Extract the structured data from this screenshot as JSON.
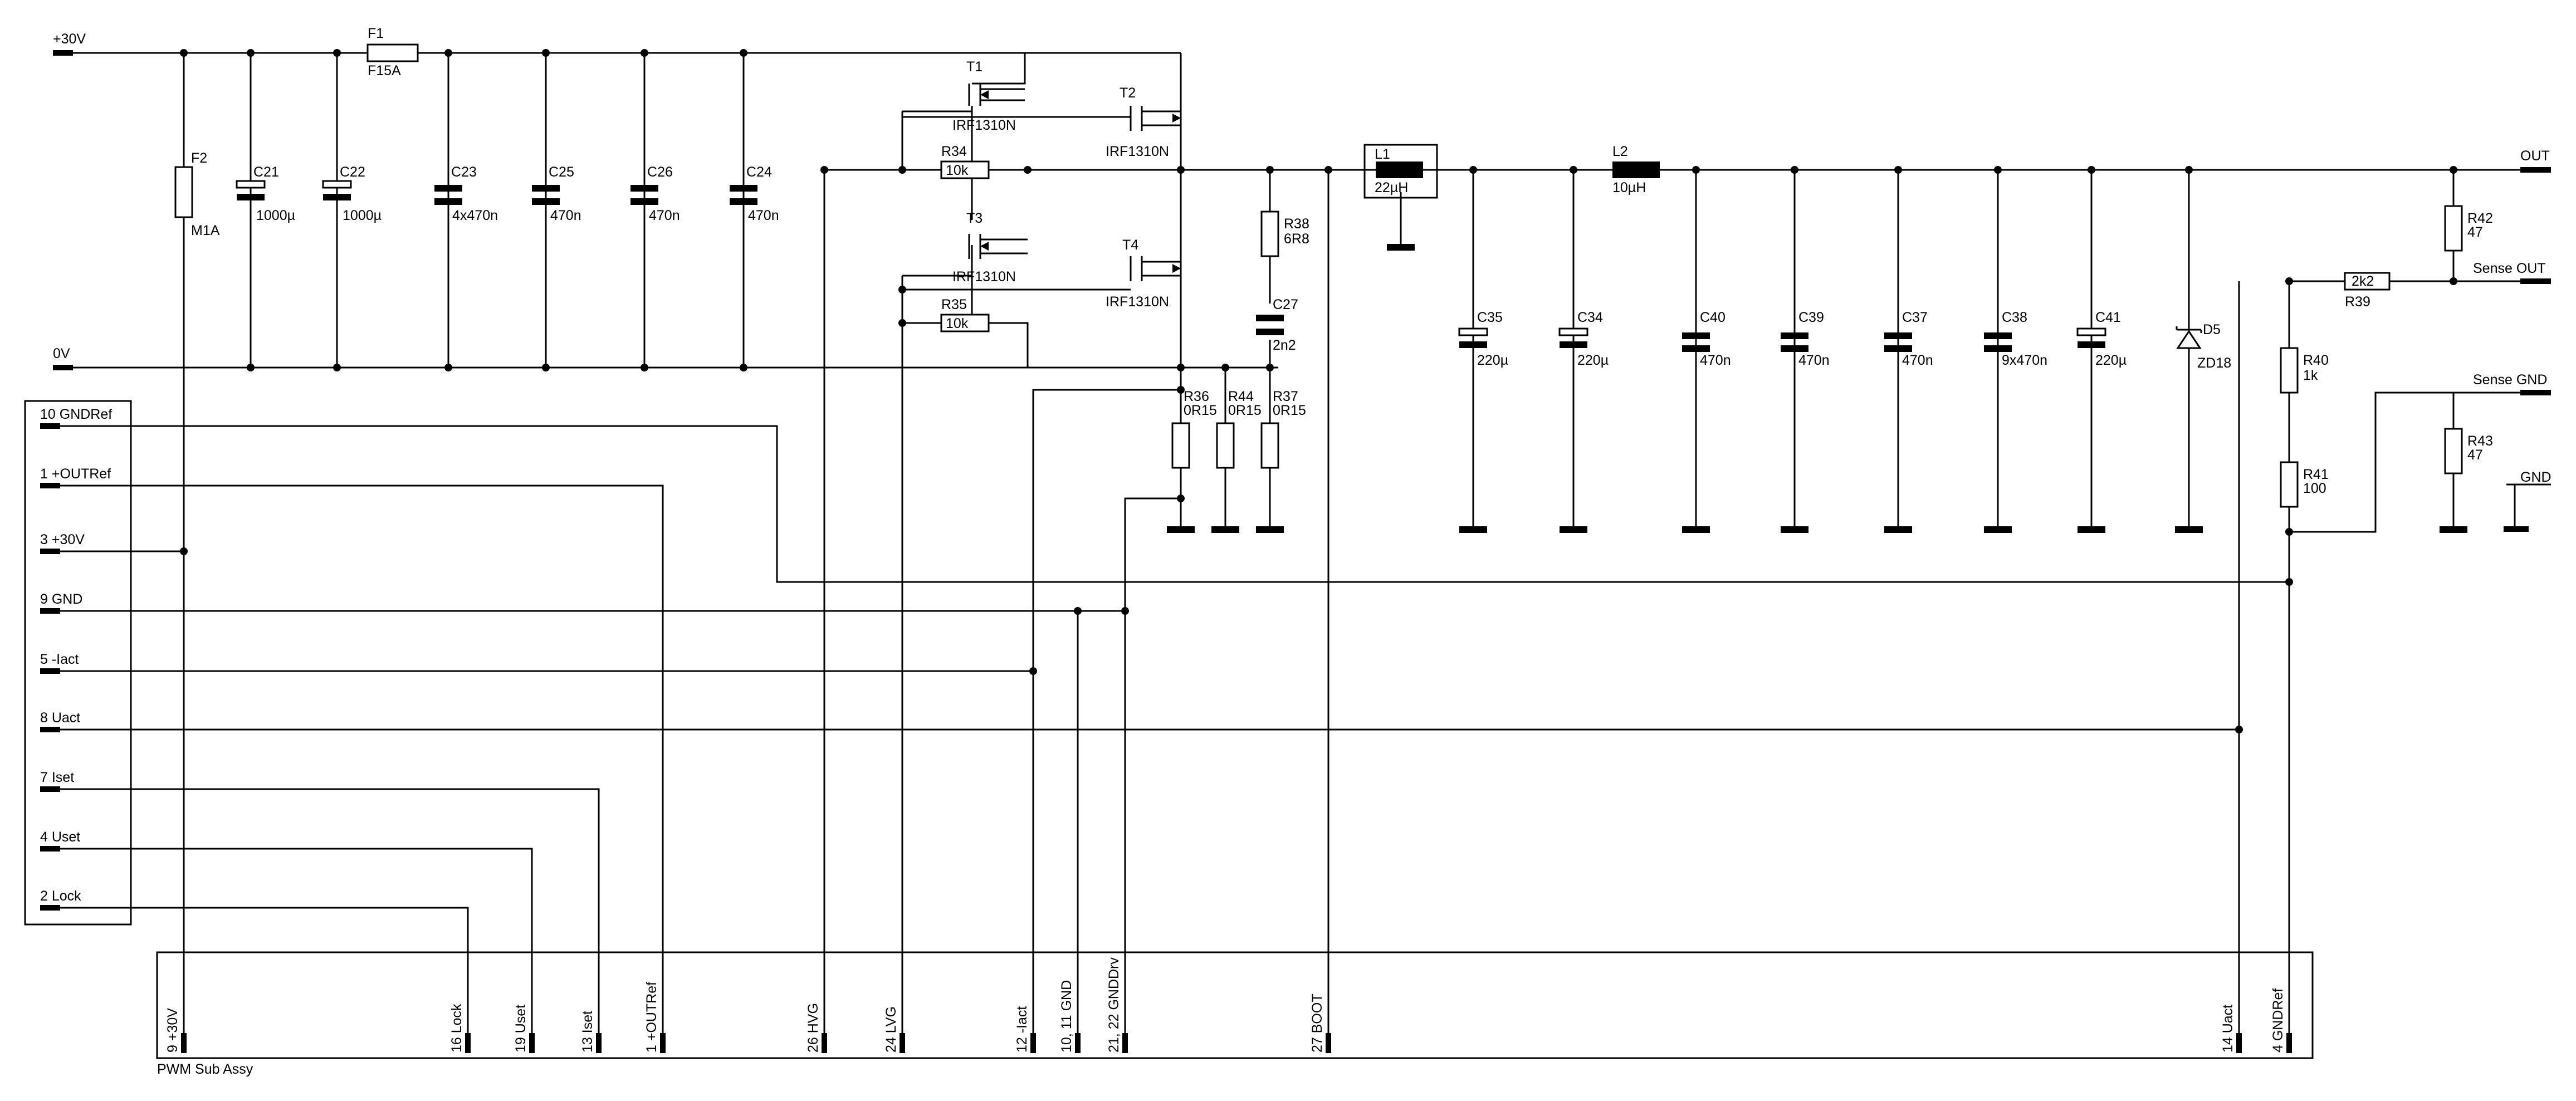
{
  "rails": {
    "top": "+30V",
    "bottom": "0V"
  },
  "outputs": {
    "out": "OUT",
    "sense_out": "Sense OUT",
    "sense_gnd": "Sense GND",
    "gnd": "GND"
  },
  "fuses": [
    {
      "ref": "F1",
      "value": "F15A"
    },
    {
      "ref": "F2",
      "value": "M1A"
    }
  ],
  "input_caps": [
    {
      "ref": "C21",
      "value": "1000µ",
      "polarized": true
    },
    {
      "ref": "C22",
      "value": "1000µ",
      "polarized": true
    },
    {
      "ref": "C23",
      "value": "4x470n",
      "polarized": false
    },
    {
      "ref": "C25",
      "value": "470n",
      "polarized": false
    },
    {
      "ref": "C26",
      "value": "470n",
      "polarized": false
    },
    {
      "ref": "C24",
      "value": "470n",
      "polarized": false
    }
  ],
  "transistors": [
    {
      "ref": "T1",
      "value": "IRF1310N"
    },
    {
      "ref": "T2",
      "value": "IRF1310N"
    },
    {
      "ref": "T3",
      "value": "IRF1310N"
    },
    {
      "ref": "T4",
      "value": "IRF1310N"
    }
  ],
  "gate_resistors": [
    {
      "ref": "R34",
      "value": "10k"
    },
    {
      "ref": "R35",
      "value": "10k"
    }
  ],
  "snubber": {
    "r_ref": "R38",
    "r_value": "6R8",
    "c_ref": "C27",
    "c_value": "2n2"
  },
  "shunts": [
    {
      "ref": "R36",
      "value": "0R15"
    },
    {
      "ref": "R44",
      "value": "0R15"
    },
    {
      "ref": "R37",
      "value": "0R15"
    }
  ],
  "inductors": [
    {
      "ref": "L1",
      "value": "22µH"
    },
    {
      "ref": "L2",
      "value": "10µH"
    }
  ],
  "output_caps": [
    {
      "ref": "C35",
      "value": "220µ",
      "polarized": true
    },
    {
      "ref": "C34",
      "value": "220µ",
      "polarized": true
    },
    {
      "ref": "C40",
      "value": "470n",
      "polarized": false
    },
    {
      "ref": "C39",
      "value": "470n",
      "polarized": false
    },
    {
      "ref": "C37",
      "value": "470n",
      "polarized": false
    },
    {
      "ref": "C38",
      "value": "9x470n",
      "polarized": false
    },
    {
      "ref": "C41",
      "value": "220µ",
      "polarized": true
    }
  ],
  "zener": {
    "ref": "D5",
    "value": "ZD18"
  },
  "sense_resistors": [
    {
      "ref": "R42",
      "value": "47"
    },
    {
      "ref": "R39",
      "value": "2k2"
    },
    {
      "ref": "R40",
      "value": "1k"
    },
    {
      "ref": "R41",
      "value": "100"
    },
    {
      "ref": "R43",
      "value": "47"
    }
  ],
  "connector": {
    "pins": [
      "10 GNDRef",
      "1 +OUTRef",
      "3 +30V",
      "9 GND",
      "5 -Iact",
      "8 Uact",
      "7 Iset",
      "4 Uset",
      "2 Lock"
    ]
  },
  "sub_assy": {
    "name": "PWM Sub Assy",
    "pins": [
      "9 +30V",
      "16 Lock",
      "19 Uset",
      "13 Iset",
      "1 +OUTRef",
      "26 HVG",
      "24 LVG",
      "12 -Iact",
      "10, 11 GND",
      "21, 22 GNDDrv",
      "27 BOOT",
      "14 Uact",
      "4 GNDRef"
    ]
  }
}
